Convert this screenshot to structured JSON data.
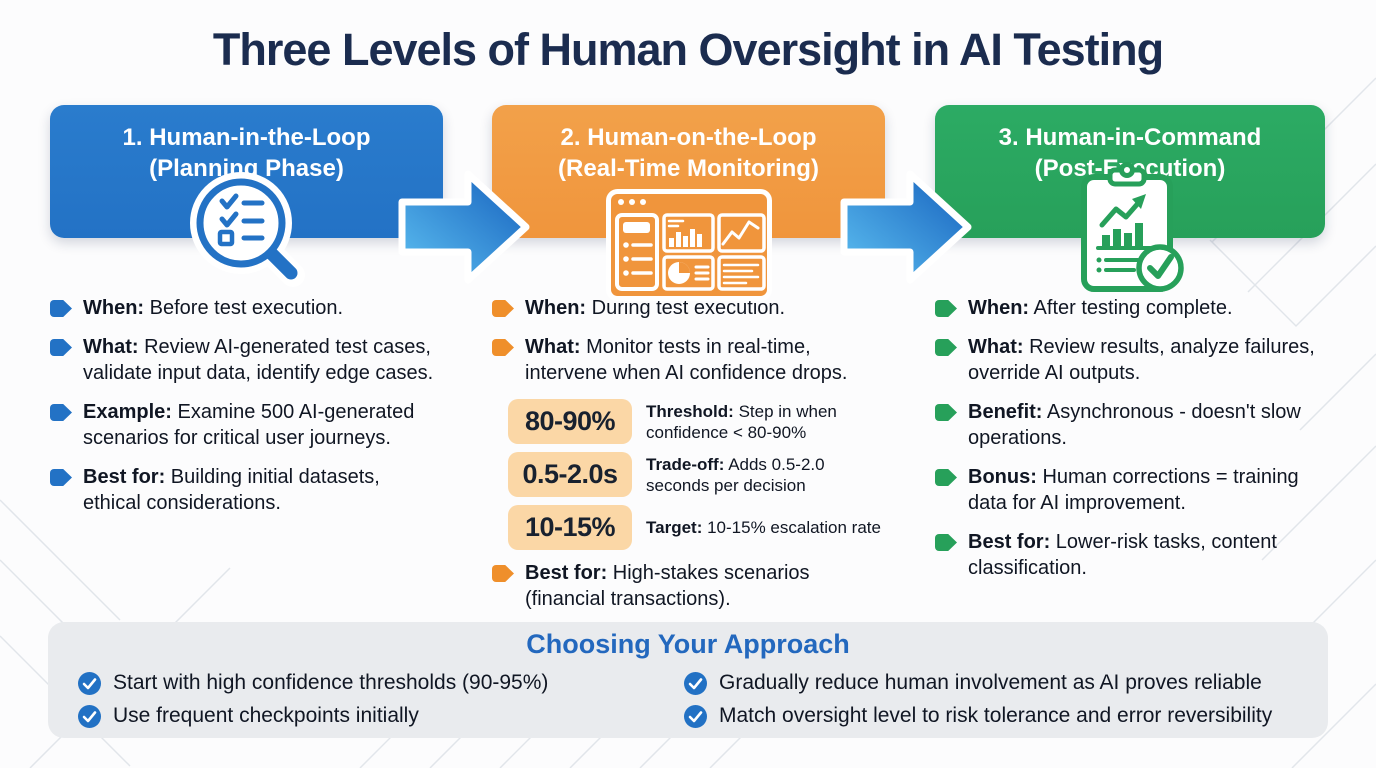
{
  "title": "Three Levels of Human Oversight in AI Testing",
  "colors": {
    "navy": "#1b2c4f",
    "blue": "#2372c5",
    "orange": "#f0953c",
    "green": "#27a05a",
    "badge": "#fbd7a6",
    "panel": "#e9ebee",
    "footer_title": "#2368be",
    "text": "#101623"
  },
  "columns": [
    {
      "heading_line1": "1. Human-in-the-Loop",
      "heading_line2": "(Planning Phase)",
      "icon": "magnifier-checklist-icon",
      "bullets": [
        {
          "label": "When:",
          "text": "Before test execution."
        },
        {
          "label": "What:",
          "text": "Review AI-generated test cases, validate input data, identify edge cases."
        },
        {
          "label": "Example:",
          "text": "Examine 500 AI-generated scenarios for critical user journeys."
        },
        {
          "label": "Best for:",
          "text": "Building initial datasets, ethical considerations."
        }
      ]
    },
    {
      "heading_line1": "2. Human-on-the-Loop",
      "heading_line2": "(Real-Time Monitoring)",
      "icon": "dashboard-icon",
      "bullets": [
        {
          "label": "When:",
          "text": "During test execution."
        },
        {
          "label": "What:",
          "text": "Monitor tests in real-time, intervene when AI confidence drops."
        }
      ],
      "stats": [
        {
          "value": "80-90%",
          "label": "Threshold:",
          "text": "Step in when confidence < 80-90%"
        },
        {
          "value": "0.5-2.0s",
          "label": "Trade-off:",
          "text": "Adds 0.5-2.0 seconds per decision"
        },
        {
          "value": "10-15%",
          "label": "Target:",
          "text": "10-15% escalation rate"
        }
      ],
      "bullets2": [
        {
          "label": "Best for:",
          "text": "High-stakes scenarios (financial transactions)."
        }
      ]
    },
    {
      "heading_line1": "3. Human-in-Command",
      "heading_line2": "(Post-Execution)",
      "icon": "clipboard-chart-icon",
      "bullets": [
        {
          "label": "When:",
          "text": "After testing complete."
        },
        {
          "label": "What:",
          "text": "Review results, analyze failures, override AI outputs."
        },
        {
          "label": "Benefit:",
          "text": "Asynchronous - doesn't slow operations."
        },
        {
          "label": "Bonus:",
          "text": "Human corrections = training data for AI improvement."
        },
        {
          "label": "Best for:",
          "text": "Lower-risk tasks, content classification."
        }
      ]
    }
  ],
  "footer": {
    "title": "Choosing Your Approach",
    "left_items": [
      "Start with high confidence thresholds (90-95%)",
      "Use frequent checkpoints initially"
    ],
    "right_items": [
      "Gradually reduce human involvement as AI proves reliable",
      "Match oversight level to risk tolerance and error reversibility"
    ]
  }
}
